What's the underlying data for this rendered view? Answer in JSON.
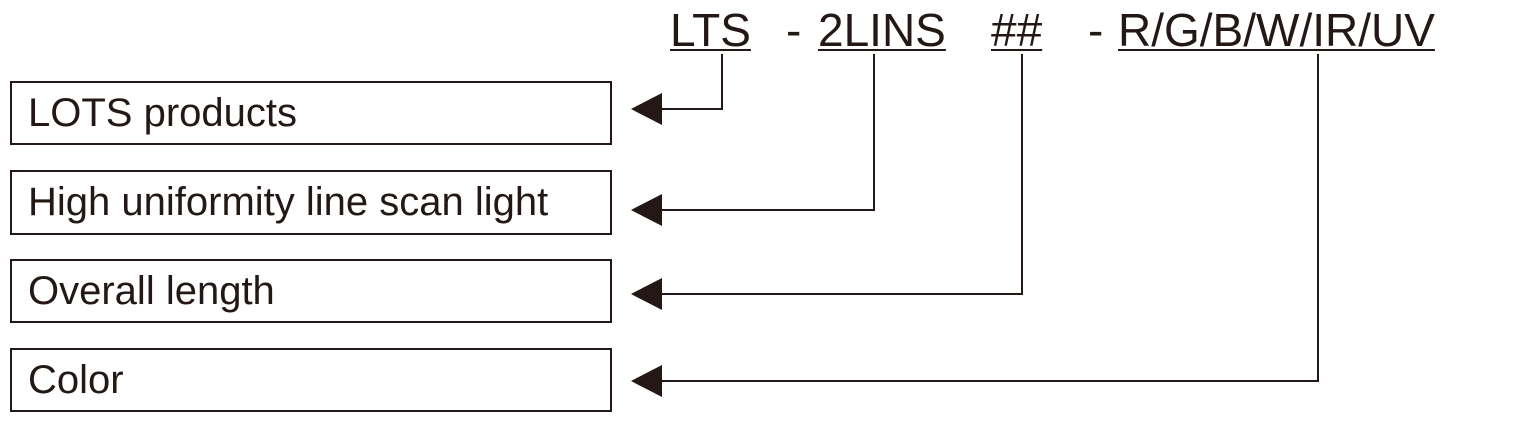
{
  "code": {
    "prefix": "LTS",
    "separator_1": "-",
    "series": "2LINS",
    "length_placeholder": "##",
    "separator_2": "-",
    "color_options": "R/G/B/W/IR/UV"
  },
  "labels": [
    {
      "text": "LOTS products"
    },
    {
      "text": "High uniformity line scan light"
    },
    {
      "text": "Overall length"
    },
    {
      "text": "Color"
    }
  ],
  "colors": {
    "ink": "#231815",
    "background": "#ffffff"
  }
}
